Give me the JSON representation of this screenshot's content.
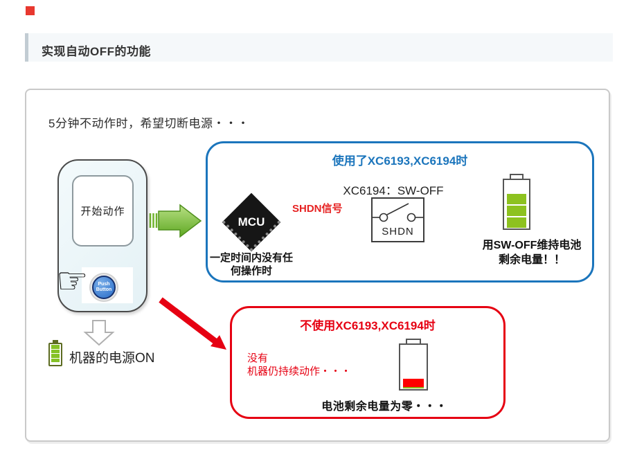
{
  "marker": {
    "color": "#e8382f"
  },
  "header": {
    "title": "实现自动OFF的功能"
  },
  "diagram": {
    "intro": "5分钟不动作时，希望切断电源・・・",
    "device": {
      "screen_label": "开始动作",
      "button_top": "Push",
      "button_bottom": "Button"
    },
    "power_on_label": "机器的电源ON",
    "with_ic": {
      "title": "使用了XC6193,XC6194时",
      "mcu": "MCU",
      "caption1": "一定时间内没有任",
      "caption2": "何操作时",
      "signal": "SHDN信号",
      "switch_title": "XC6194：SW-OFF",
      "switch_label": "SHDN",
      "battery_caption1": "用SW-OFF维持电池",
      "battery_caption2": "剩余电量！！"
    },
    "without_ic": {
      "title": "不使用XC6193,XC6194时",
      "note1": "没有",
      "note2": "机器仍持续动作・・・",
      "caption": "电池剩余电量为零・・・"
    }
  },
  "colors": {
    "blue": "#1b75bc",
    "red": "#e60012",
    "green": "#8dc21f",
    "header_bg": "#f5f8fa"
  }
}
